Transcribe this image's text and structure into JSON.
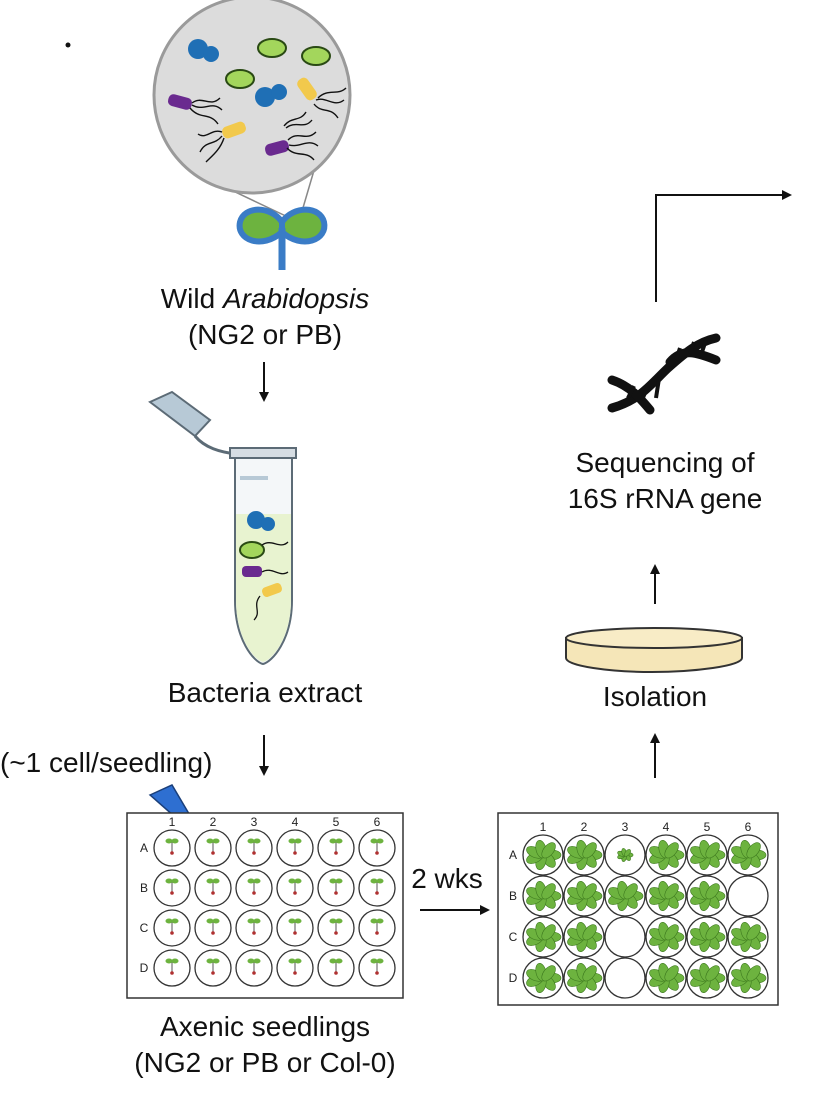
{
  "labels": {
    "wild_line1_prefix": "Wild ",
    "wild_line1_italic": "Arabidopsis",
    "wild_line2": "(NG2 or PB)",
    "bacteria_extract": "Bacteria extract",
    "cell_per_seedling": "(~1 cell/seedling)",
    "axenic_line1": "Axenic seedlings",
    "axenic_line2": "(NG2 or PB or Col-0)",
    "incubation": "2 wks",
    "isolation": "Isolation",
    "sequencing_line1": "Sequencing of",
    "sequencing_line2": "16S rRNA gene"
  },
  "plate_columns": [
    "1",
    "2",
    "3",
    "4",
    "5",
    "6"
  ],
  "plate_rows": [
    "A",
    "B",
    "C",
    "D"
  ],
  "grown_plate_empty_wells": [
    "A3-small",
    "B6",
    "C3",
    "D3"
  ],
  "colors": {
    "leaf_green": "#6db33f",
    "stem_blue": "#3a7cc6",
    "bacteria_blue": "#1f6fb5",
    "bacteria_green": "#a3d65c",
    "bacteria_purple": "#6a2a8f",
    "bacteria_yellow": "#f2c94c",
    "magnifier_gray": "#d9d9d9",
    "plate_dish": "#f5e6b8",
    "pipette_blue": "#2e6fd1",
    "tube_liquid": "#e8f3d0"
  },
  "icons": [
    "magnifier-circle",
    "seedling",
    "microcentrifuge-tube",
    "pipette-tip",
    "well-plate",
    "petri-dish",
    "dna-helix",
    "arrow"
  ]
}
